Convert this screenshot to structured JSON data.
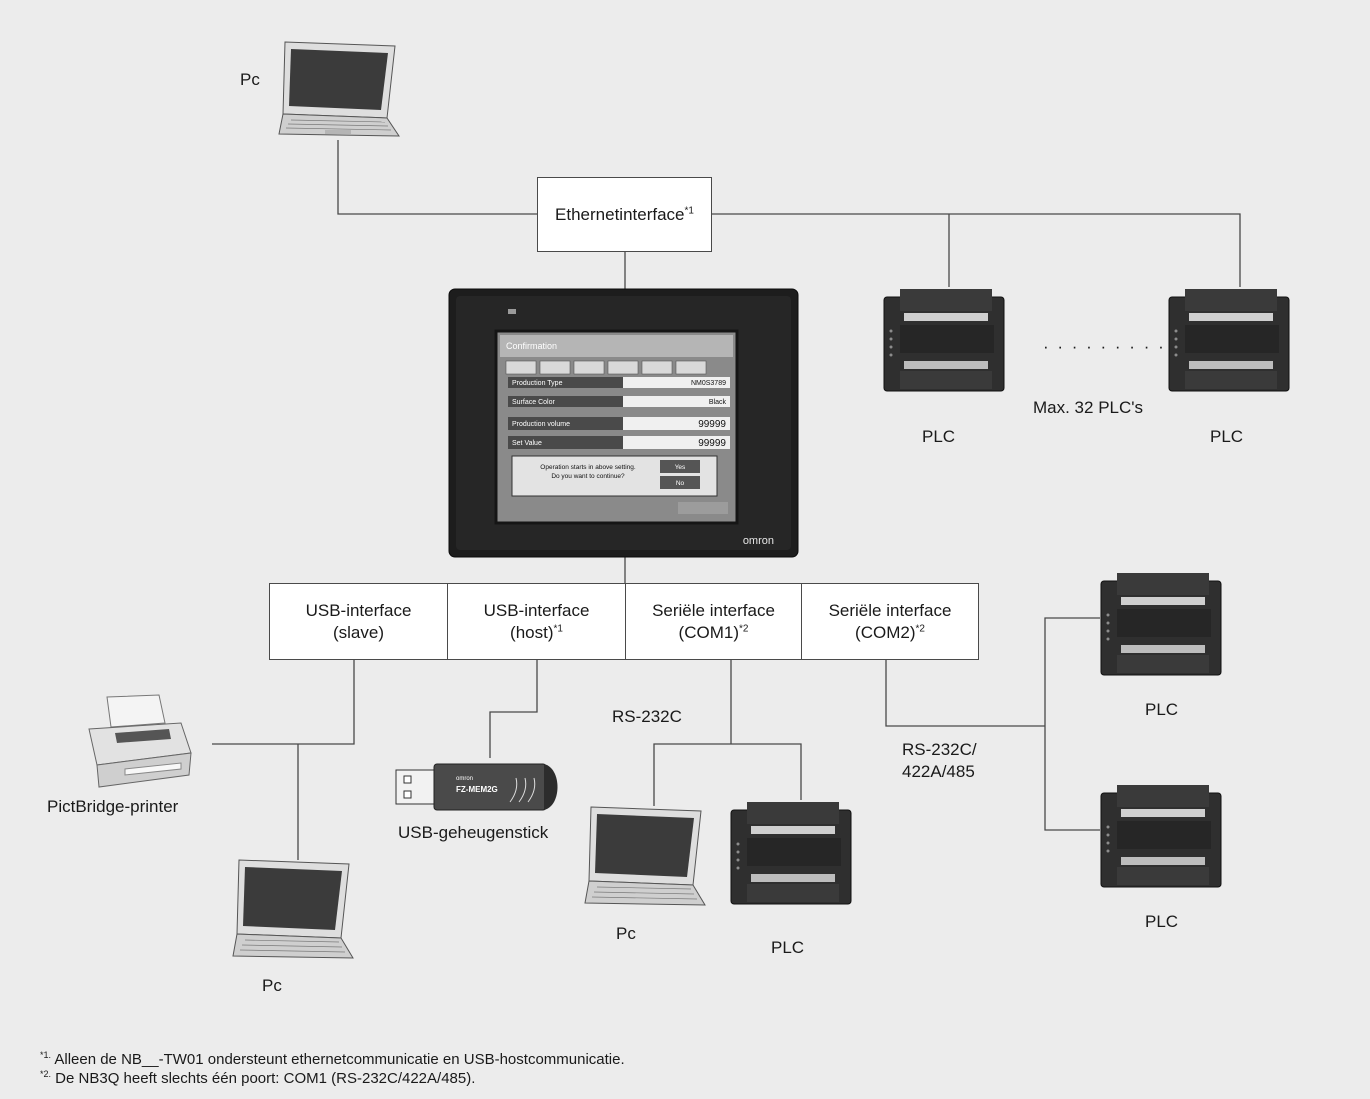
{
  "nodes": {
    "ethernet": {
      "text": "Ethernetinterface",
      "fn": "*1"
    },
    "usb_slave": {
      "line1": "USB-interface",
      "line2": "(slave)"
    },
    "usb_host": {
      "line1": "USB-interface",
      "line2": "(host)",
      "fn": "*1"
    },
    "com1": {
      "line1": "Seriële interface",
      "line2": "(COM1)",
      "fn": "*2"
    },
    "com2": {
      "line1": "Seriële interface",
      "line2": "(COM2)",
      "fn": "*2"
    }
  },
  "labels": {
    "pc_top": "Pc",
    "plc_left": "PLC",
    "plc_right": "PLC",
    "dots": "· · · · · · · · ·",
    "max_plc": "Max. 32 PLC's",
    "printer": "PictBridge-printer",
    "pc_usb": "Pc",
    "usb_stick": "USB-geheugenstick",
    "rs232c": "RS-232C",
    "pc_com1": "Pc",
    "plc_com1": "PLC",
    "rs485_line1": "RS-232C/",
    "rs485_line2": "422A/485",
    "plc_com2_top": "PLC",
    "plc_com2_bottom": "PLC"
  },
  "device_text": {
    "hmi_brand": "omron",
    "stick_brand": "omron",
    "stick_model": "FZ-MEM2G",
    "hmi_screen": {
      "title": "Confirmation",
      "rows": [
        {
          "label": "Production Type",
          "value": "NM0S3789"
        },
        {
          "label": "Surface Color",
          "value": "Black"
        },
        {
          "label": "Production volume",
          "value": "99999"
        },
        {
          "label": "Set Value",
          "value": "99999"
        }
      ],
      "dialog_line1": "Operation starts in above setting.",
      "dialog_line2": "Do you want to continue?",
      "ok": "Yes",
      "no": "No"
    }
  },
  "footnotes": [
    {
      "mark": "*1.",
      "text": " Alleen de NB__-TW01 ondersteunt ethernetcommunicatie en USB-hostcommunicatie."
    },
    {
      "mark": "*2.",
      "text": " De NB3Q heeft slechts één poort: COM1 (RS-232C/422A/485)."
    }
  ],
  "colors": {
    "background": "#ececec",
    "line": "#4a4a4a",
    "box": "#ffffff",
    "device": "#2a2a2a"
  }
}
